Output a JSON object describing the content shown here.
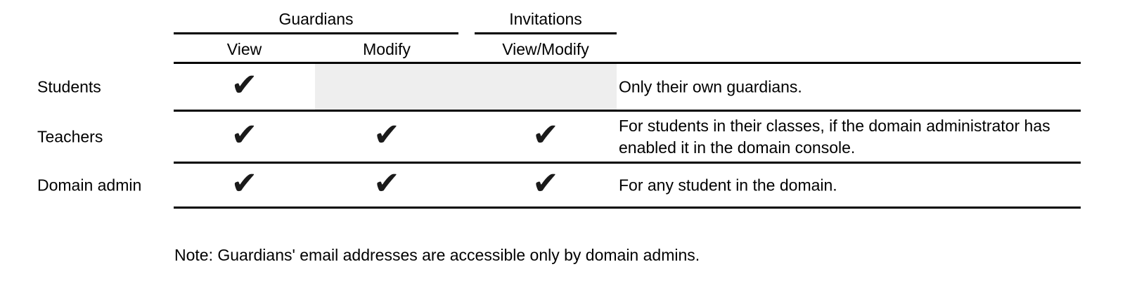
{
  "figure": {
    "groups": [
      {
        "label": "Guardians"
      },
      {
        "label": "Invitations"
      }
    ],
    "columns": [
      {
        "label": "View"
      },
      {
        "label": "Modify"
      },
      {
        "label": "View/Modify"
      }
    ],
    "rows": [
      {
        "label": "Students",
        "cells": {
          "view": true,
          "modify": false,
          "view_modify": false
        },
        "note": "Only their own guardians."
      },
      {
        "label": "Teachers",
        "cells": {
          "view": true,
          "modify": true,
          "view_modify": true
        },
        "note": "For students in their classes, if the domain administrator has enabled it in the domain console."
      },
      {
        "label": "Domain admin",
        "cells": {
          "view": true,
          "modify": true,
          "view_modify": true
        },
        "note": "For any student in the domain."
      }
    ],
    "footnote": "Note: Guardians' email addresses are accessible only by domain admins.",
    "check_glyph": "✔",
    "colors": {
      "text": "#000000",
      "rule": "#000000",
      "check": "#1a1a1a",
      "disabled_cell": "#eeeeee",
      "background": "#ffffff"
    }
  }
}
